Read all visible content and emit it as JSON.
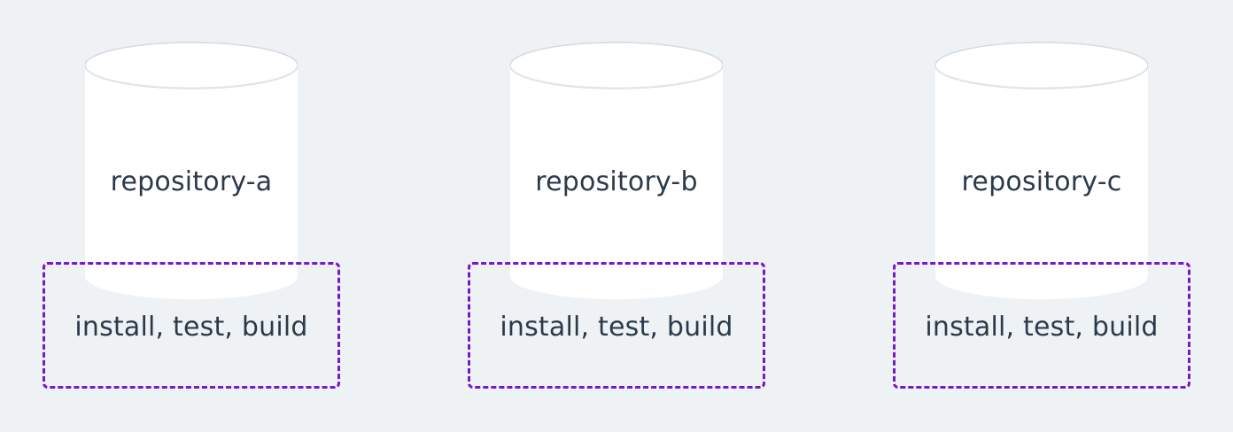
{
  "repositories": [
    {
      "name": "repository-a",
      "steps": "install, test, build"
    },
    {
      "name": "repository-b",
      "steps": "install, test, build"
    },
    {
      "name": "repository-c",
      "steps": "install, test, build"
    }
  ],
  "colors": {
    "background": "#eff2f5",
    "cylinder_fill": "#ffffff",
    "cylinder_edge": "#d6dade",
    "text": "#2b3a4a",
    "dashed_border": "#7a17c6"
  },
  "icons": {
    "repository": "database-cylinder-icon"
  }
}
